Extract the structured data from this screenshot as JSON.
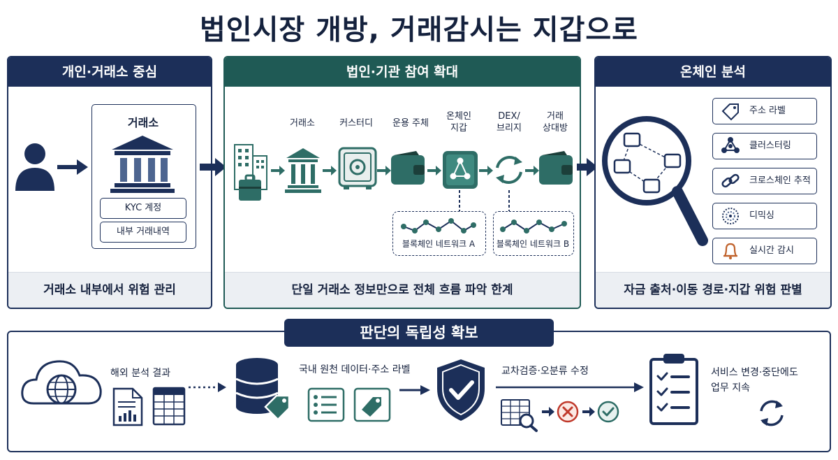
{
  "title": "법인시장 개방, 거래감시는 지갑으로",
  "panels": {
    "left": {
      "header": "개인·거래소 중심",
      "exchange_label": "거래소",
      "kyc": "KYC 계정",
      "history": "내부 거래내역",
      "footer": "거래소 내부에서 위험 관리"
    },
    "middle": {
      "header": "법인·기관 참여 확대",
      "flow_labels": [
        "거래소",
        "커스터디",
        "운용 주체",
        "온체인\n지갑",
        "DEX/\n브리지",
        "거래\n상대방"
      ],
      "network_a": "블록체인 네트워크 A",
      "network_b": "블록체인 네트워크 B",
      "footer": "단일 거래소 정보만으로 전체 흐름 파악 한계"
    },
    "right": {
      "header": "온체인 분석",
      "features": [
        {
          "label": "주소 라벨",
          "icon": "tag-icon"
        },
        {
          "label": "클러스터링",
          "icon": "cluster-icon"
        },
        {
          "label": "크로스체인 추적",
          "icon": "link-icon"
        },
        {
          "label": "디믹싱",
          "icon": "demixing-icon"
        },
        {
          "label": "실시간 감시",
          "icon": "bell-icon"
        }
      ],
      "footer": "자금 출처·이동 경로·지갑 위험 판별"
    }
  },
  "bottom": {
    "title": "판단의 독립성 확보",
    "foreign": "해외 분석 결과",
    "domestic": "국내 원천 데이터·주소 라벨",
    "verify": "교차검증·오분류 수정",
    "continuity_line1": "서비스 변경·중단에도",
    "continuity_line2": "업무 지속"
  },
  "colors": {
    "navy": "#1c2f59",
    "teal": "#1f5a55",
    "teal_light": "#2e6d66",
    "footer_bg": "#eceff3",
    "red": "#c0392b",
    "orange": "#c0622b"
  }
}
